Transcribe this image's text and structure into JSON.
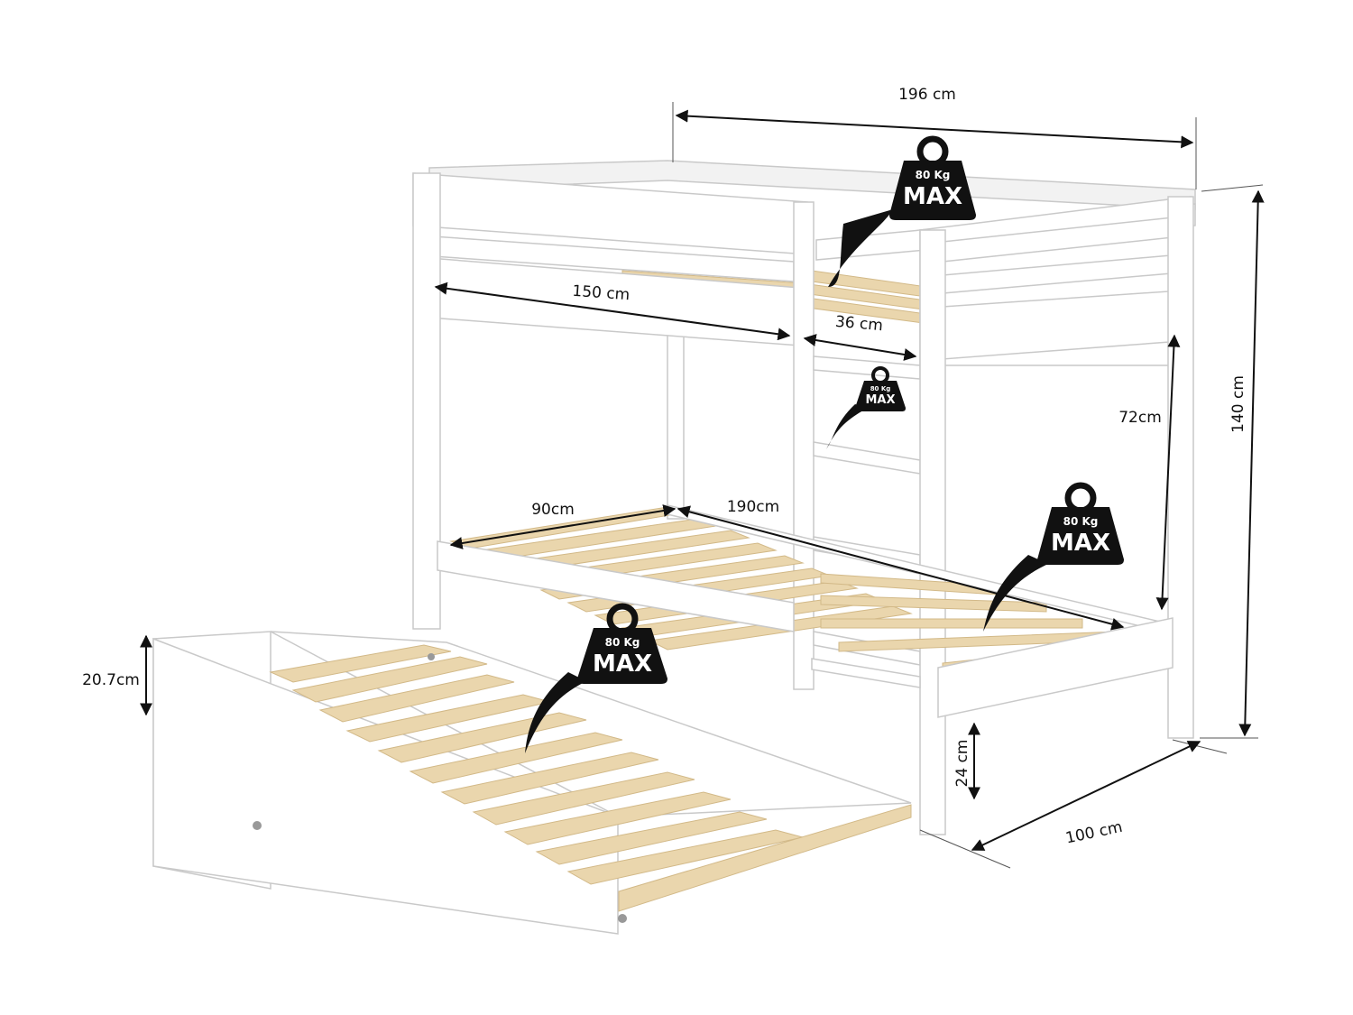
{
  "dimensions": {
    "total_length": "196 cm",
    "total_height": "140 cm",
    "total_depth": "100 cm",
    "guard_rail_length": "150 cm",
    "ladder_opening": "36 cm",
    "bunk_clearance": "72cm",
    "mattress_width": "90cm",
    "mattress_length": "190cm",
    "floor_clearance": "24 cm",
    "trundle_height": "20.7cm"
  },
  "load_badges": {
    "upper_bunk": {
      "line1": "80 Kg",
      "line2": "MAX"
    },
    "ladder": {
      "line1": "80 Kg",
      "line2": "MAX"
    },
    "lower_bunk": {
      "line1": "80 Kg",
      "line2": "MAX"
    },
    "trundle": {
      "line1": "80 Kg",
      "line2": "MAX"
    }
  },
  "colors": {
    "frame": "#ffffff",
    "frame_edge": "#c9c9c9",
    "slats": "#ead6ad",
    "badge": "#111111",
    "dimension_lines": "#111111"
  }
}
